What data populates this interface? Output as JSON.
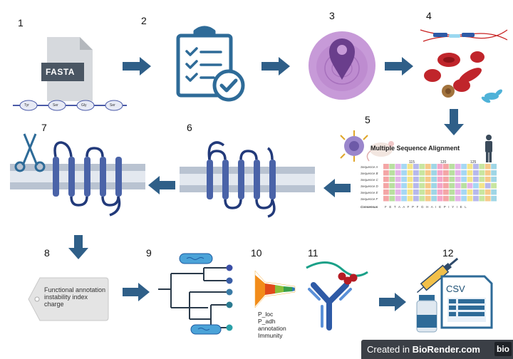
{
  "step_numbers": [
    "1",
    "2",
    "3",
    "4",
    "5",
    "6",
    "7",
    "8",
    "9",
    "10",
    "11",
    "12"
  ],
  "fasta": {
    "label": "FASTA",
    "residues": [
      "Tyr",
      "Ser",
      "Gly",
      "Ser"
    ]
  },
  "msa": {
    "title": "Multiple Sequence Alignment",
    "positions": [
      "115",
      "120",
      "125"
    ],
    "rows": [
      "Sequence A",
      "Sequence B",
      "Sequence C",
      "Sequence D",
      "Sequence E",
      "Sequence F"
    ],
    "consensus_label": "Consensus",
    "consensus": "F E T A A F P F G H A I E P I Y I E L"
  },
  "tag": {
    "line1": "Functional annotation",
    "line2": "instability index",
    "line3": "charge"
  },
  "funnel": {
    "line1": "P_loc",
    "line2": "P_adh",
    "line3": "annotation",
    "line4": "Immunity"
  },
  "csv": {
    "label": "CSV"
  },
  "watermark": {
    "prefix": "Created in ",
    "brand": "BioRender.com",
    "logo": "bio"
  },
  "colors": {
    "arrow": "#2f5f88",
    "icon_blue": "#2e6b98",
    "cell_purple": "#b07cc8",
    "pin": "#6a3e8c",
    "blood_red": "#c0252b"
  }
}
